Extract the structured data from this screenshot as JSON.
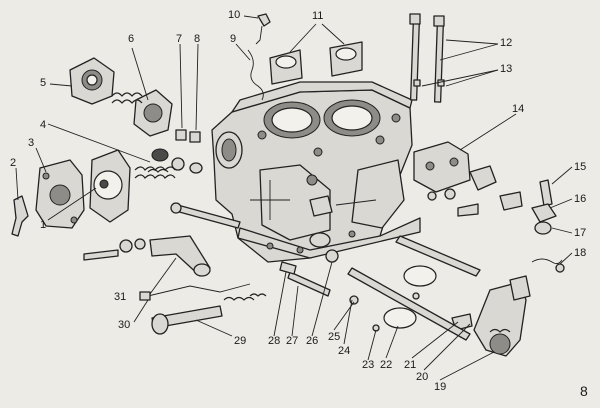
{
  "figure_number": "8",
  "callouts": [
    "1",
    "2",
    "3",
    "4",
    "5",
    "6",
    "7",
    "8",
    "9",
    "10",
    "11",
    "12",
    "13",
    "14",
    "15",
    "16",
    "17",
    "18",
    "19",
    "20",
    "21",
    "22",
    "23",
    "24",
    "25",
    "26",
    "27",
    "28",
    "29",
    "30",
    "31"
  ]
}
